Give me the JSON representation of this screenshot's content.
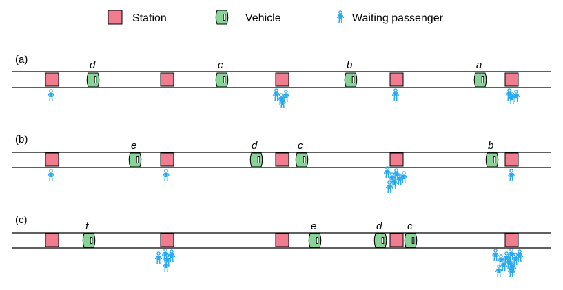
{
  "legend": {
    "station_label": "Station",
    "vehicle_label": "Vehicle",
    "passenger_label": "Waiting passenger"
  },
  "colors": {
    "station_fill": "#f07c8f",
    "vehicle_fill": "#86d496",
    "passenger": "#29aaf0",
    "track": "#000000"
  },
  "panels": [
    {
      "label": "(a)",
      "vehicles": [
        "d",
        "c",
        "b",
        "a"
      ],
      "waiting_passengers_per_station": [
        1,
        0,
        4,
        1,
        3
      ]
    },
    {
      "label": "(b)",
      "vehicles": [
        "e",
        "d",
        "c",
        "b"
      ],
      "waiting_passengers_per_station": [
        1,
        1,
        0,
        7,
        1
      ]
    },
    {
      "label": "(c)",
      "vehicles": [
        "f",
        "e",
        "d",
        "c"
      ],
      "waiting_passengers_per_station": [
        0,
        5,
        0,
        0,
        11
      ]
    }
  ]
}
